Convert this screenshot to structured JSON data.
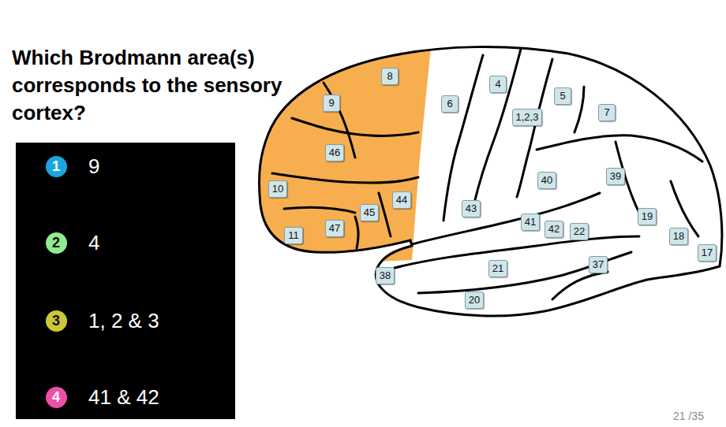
{
  "diagram": {
    "title": "Which Brodmann area(s) corresponds to the sensory cortex?",
    "nodes": [
      {
        "text": [
          "1"
        ]
      },
      {
        "text": [
          "2"
        ]
      },
      {
        "text": [
          "3"
        ]
      },
      {
        "text": [
          "4"
        ]
      },
      {
        "text": [
          "8"
        ]
      },
      {
        "text": [
          "9"
        ]
      },
      {
        "text": [
          "4"
        ]
      },
      {
        "text": [
          "6"
        ]
      },
      {
        "text": [
          "5"
        ]
      },
      {
        "text": [
          "7"
        ]
      },
      {
        "text": [
          "1,2,3"
        ]
      },
      {
        "text": [
          "46"
        ]
      },
      {
        "text": [
          "10"
        ]
      },
      {
        "text": [
          "40"
        ]
      },
      {
        "text": [
          "39"
        ]
      },
      {
        "text": [
          "44"
        ]
      },
      {
        "text": [
          "45"
        ]
      },
      {
        "text": [
          "43"
        ]
      },
      {
        "text": [
          "11"
        ]
      },
      {
        "text": [
          "47"
        ]
      },
      {
        "text": [
          "41"
        ]
      },
      {
        "text": [
          "42"
        ]
      },
      {
        "text": [
          "22"
        ]
      },
      {
        "text": [
          "19"
        ]
      },
      {
        "text": [
          "18"
        ]
      },
      {
        "text": [
          "17"
        ]
      },
      {
        "text": [
          "38"
        ]
      },
      {
        "text": [
          "21"
        ]
      },
      {
        "text": [
          "37"
        ]
      },
      {
        "text": [
          "20"
        ]
      }
    ],
    "labels": [
      "9",
      "4",
      "1, 2 & 3",
      "41 & 42",
      "21 /35"
    ]
  }
}
